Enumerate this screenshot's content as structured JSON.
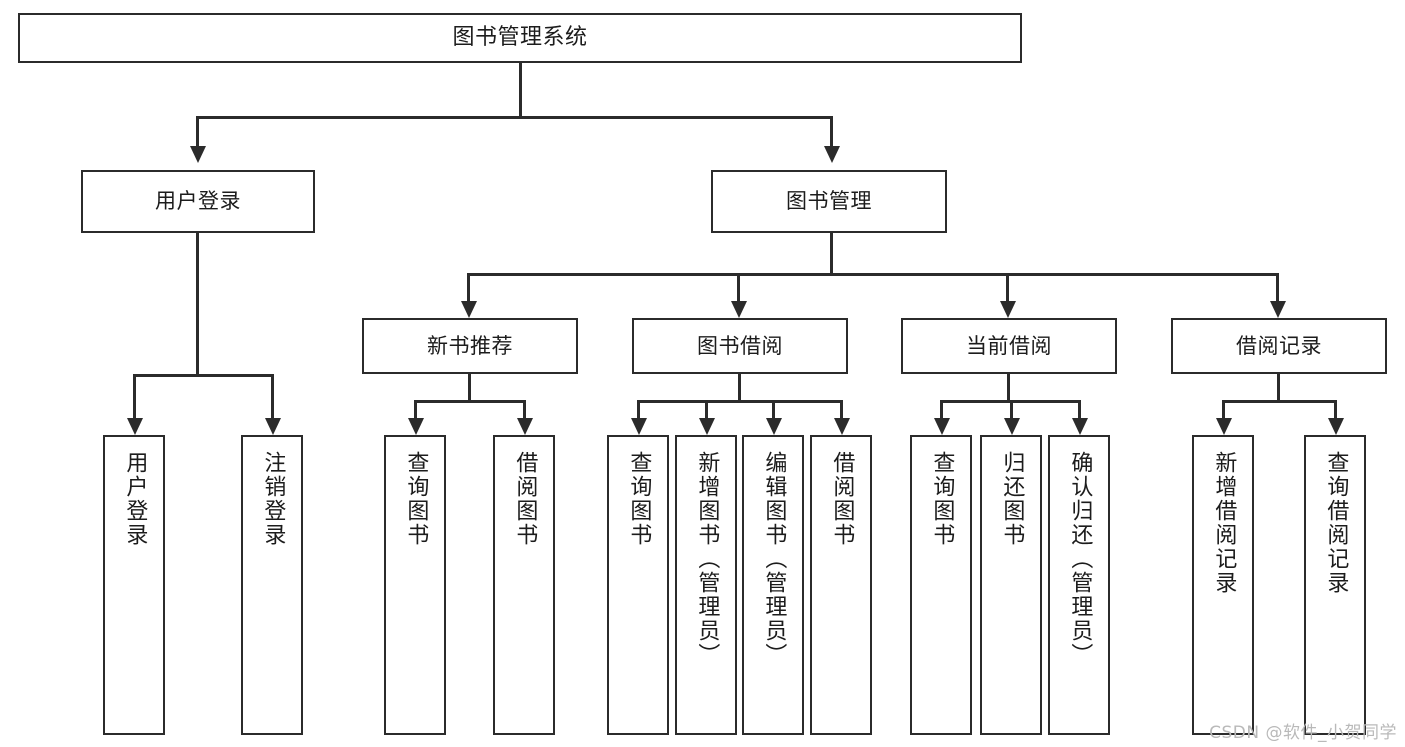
{
  "diagram": {
    "title": "图书管理系统",
    "watermark": "CSDN @软件_小贺同学",
    "root": {
      "label": "图书管理系统"
    },
    "level2": [
      {
        "label": "用户登录"
      },
      {
        "label": "图书管理"
      }
    ],
    "level3": [
      {
        "label": "新书推荐"
      },
      {
        "label": "图书借阅"
      },
      {
        "label": "当前借阅"
      },
      {
        "label": "借阅记录"
      }
    ],
    "leaves": {
      "user_login": [
        {
          "label": "用户登录"
        },
        {
          "label": "注销登录"
        }
      ],
      "new_book": [
        {
          "label": "查询图书"
        },
        {
          "label": "借阅图书"
        }
      ],
      "book_borrow": [
        {
          "label": "查询图书"
        },
        {
          "label": "新增图书（管理员）"
        },
        {
          "label": "编辑图书（管理员）"
        },
        {
          "label": "借阅图书"
        }
      ],
      "current_borrow": [
        {
          "label": "查询图书"
        },
        {
          "label": "归还图书"
        },
        {
          "label": "确认归还（管理员）"
        }
      ],
      "borrow_record": [
        {
          "label": "新增借阅记录"
        },
        {
          "label": "查询借阅记录"
        }
      ]
    },
    "colors": {
      "stroke": "#2b2b2b",
      "fill": "#ffffff",
      "text": "#1c1c1c",
      "watermark": "#b9b9b9"
    }
  }
}
